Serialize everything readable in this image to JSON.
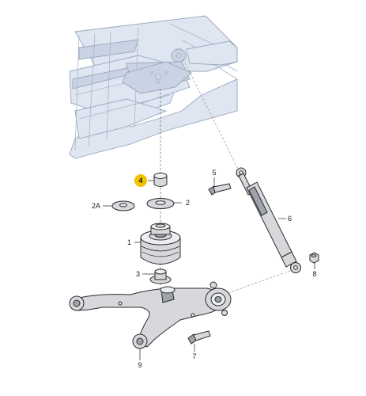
{
  "callouts": {
    "c4": "4",
    "c2": "2",
    "c2a": "2A",
    "c1": "1",
    "c3": "3",
    "c5": "5",
    "c6": "6",
    "c7": "7",
    "c8": "8",
    "c9": "9"
  },
  "colors": {
    "highlight": "#f2c200",
    "frame": "#dfe6f1",
    "part": "#d6d8dc"
  }
}
